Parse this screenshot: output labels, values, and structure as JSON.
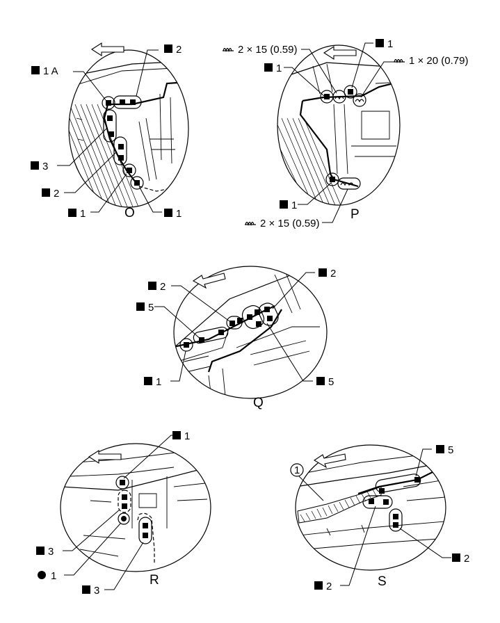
{
  "views": {
    "O": {
      "title": "O",
      "labels": {
        "a": "1 A",
        "b": "2",
        "c": "3",
        "d": "2",
        "e": "1",
        "f": "1"
      }
    },
    "P": {
      "title": "P",
      "labels": {
        "a": "2 × 15 (0.59)",
        "b": "1",
        "c": "1",
        "d": "1 × 20 (0.79)",
        "e": "1",
        "f": "2 × 15 (0.59)"
      }
    },
    "Q": {
      "title": "Q",
      "labels": {
        "a": "2",
        "b": "5",
        "c": "2",
        "d": "1",
        "e": "5"
      }
    },
    "R": {
      "title": "R",
      "labels": {
        "a": "1",
        "b": "3",
        "c": "1",
        "d": "3"
      }
    },
    "S": {
      "title": "S",
      "labels": {
        "a": "1",
        "b": "5",
        "c": "2",
        "d": "2"
      }
    }
  },
  "legend_symbols": {
    "square": "filled-square-sealer-point",
    "circle": "filled-circle-point",
    "bead": "sealer-bead-icon",
    "callout": "circled-number"
  }
}
